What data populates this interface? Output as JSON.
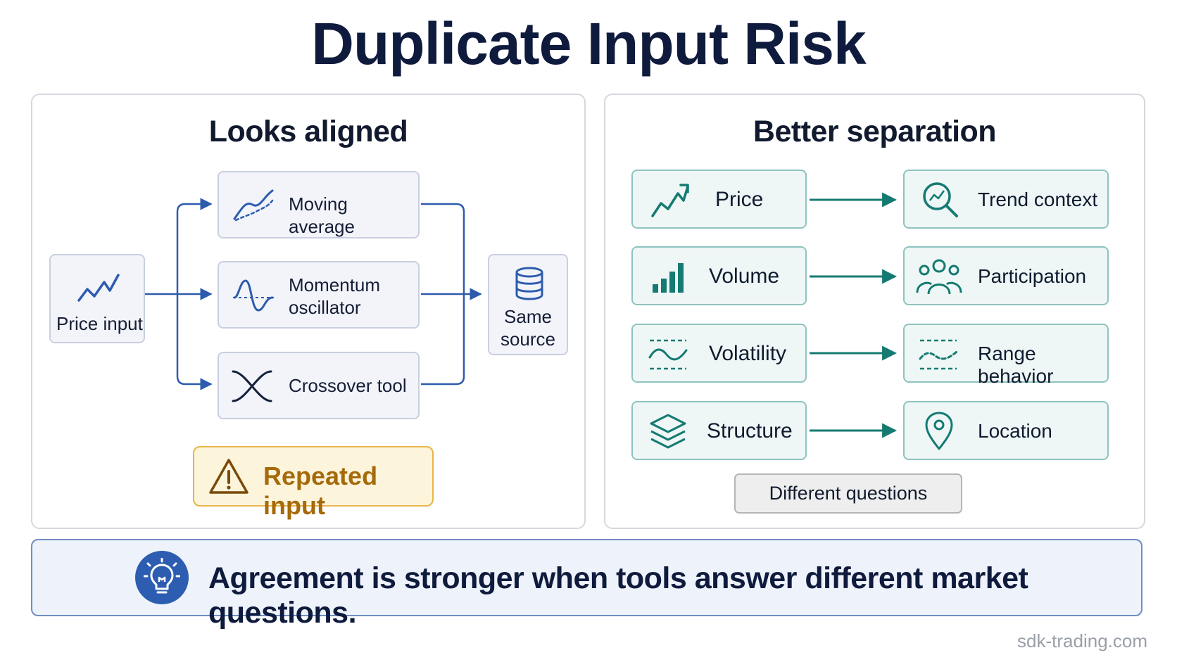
{
  "title": "Duplicate Input Risk",
  "left_panel": {
    "title": "Looks aligned",
    "source": {
      "label": "Price input",
      "icon": "trend-line-icon"
    },
    "tools": [
      {
        "label": "Moving average",
        "icon": "moving-average-icon"
      },
      {
        "label_line1": "Momentum",
        "label_line2": "oscillator",
        "icon": "oscillator-wave-icon"
      },
      {
        "label": "Crossover tool",
        "icon": "crossover-icon"
      }
    ],
    "target": {
      "label_line1": "Same",
      "label_line2": "source",
      "icon": "database-icon"
    },
    "warning": {
      "label": "Repeated input",
      "icon": "warning-triangle-icon"
    }
  },
  "right_panel": {
    "title": "Better separation",
    "rows": [
      {
        "input": "Price",
        "input_icon": "trend-line-icon",
        "output": "Trend context",
        "output_icon": "magnifier-trend-icon"
      },
      {
        "input": "Volume",
        "input_icon": "bar-chart-icon",
        "output": "Participation",
        "output_icon": "people-group-icon"
      },
      {
        "input": "Volatility",
        "input_icon": "wave-band-icon",
        "output": "Range behavior",
        "output_icon": "range-band-icon"
      },
      {
        "input": "Structure",
        "input_icon": "layers-icon",
        "output": "Location",
        "output_icon": "map-pin-icon"
      }
    ],
    "footer_tag": "Different questions"
  },
  "banner": {
    "text": "Agreement is stronger when tools answer different market questions.",
    "icon": "lightbulb-icon"
  },
  "footer": "sdk-trading.com",
  "colors": {
    "navy": "#0f1b3d",
    "blue_line": "#2d5cae",
    "teal": "#157a72",
    "amber": "#a56a0a"
  }
}
